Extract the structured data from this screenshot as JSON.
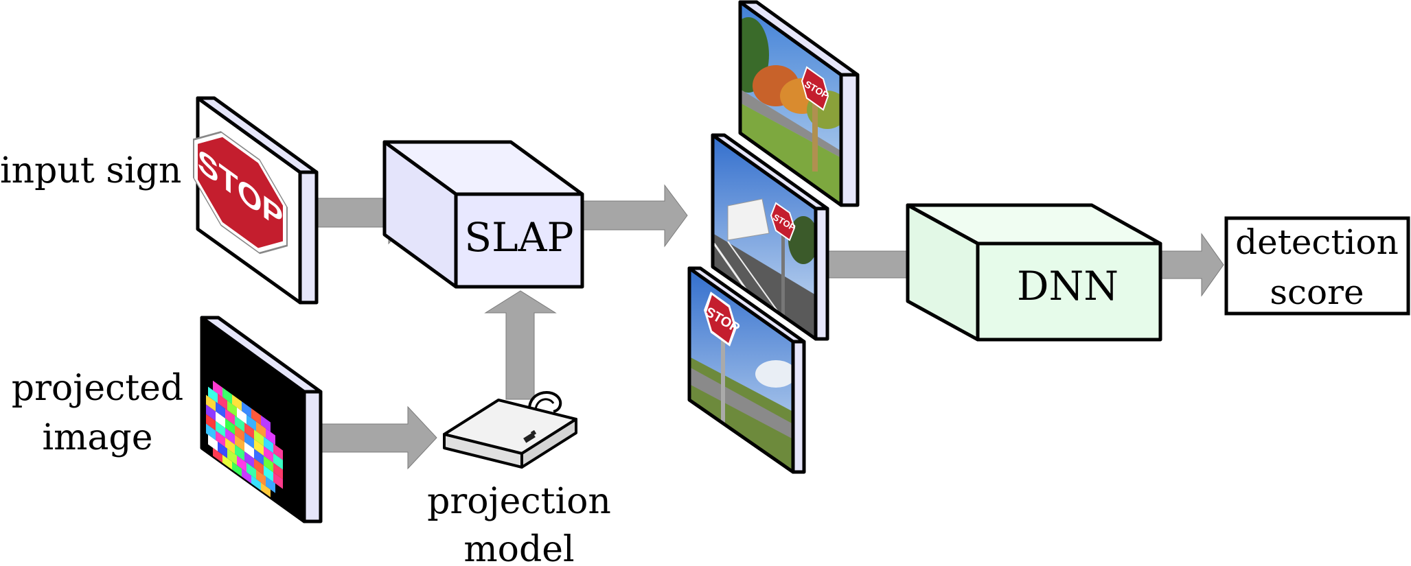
{
  "labels": {
    "input_sign": "input sign",
    "projected_image_line1": "projected",
    "projected_image_line2": "image",
    "projection_model_line1": "projection",
    "projection_model_line2": "model"
  },
  "blocks": {
    "slap": "SLAP",
    "dnn": "DNN",
    "output_line1": "detection",
    "output_line2": "score"
  },
  "sign_text": "STOP",
  "colors": {
    "panel_side": "#e6e6fa",
    "slap_fill": "#e8e8ff",
    "dnn_fill": "#e6fbea",
    "arrow": "#a6a6a6",
    "stop_red": "#c41e2e",
    "outline": "#000000"
  }
}
